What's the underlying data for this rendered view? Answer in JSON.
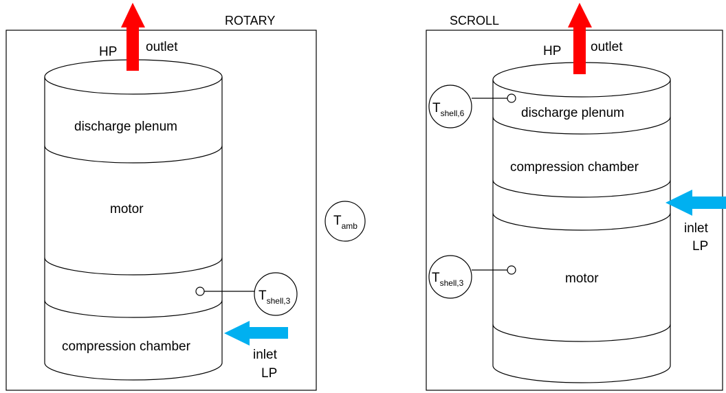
{
  "rotary": {
    "title": "ROTARY",
    "hp": "HP",
    "outlet": "outlet",
    "sections": {
      "discharge_plenum": "discharge plenum",
      "motor": "motor",
      "compression_chamber": "compression chamber"
    },
    "probe_shell3": {
      "main": "T",
      "sub": "shell,3"
    },
    "inlet": "inlet",
    "lp": "LP"
  },
  "ambient": {
    "main": "T",
    "sub": "amb"
  },
  "scroll": {
    "title": "SCROLL",
    "hp": "HP",
    "outlet": "outlet",
    "sections": {
      "discharge_plenum": "discharge plenum",
      "compression_chamber": "compression chamber",
      "motor": "motor"
    },
    "probe_shell6": {
      "main": "T",
      "sub": "shell,6"
    },
    "probe_shell3": {
      "main": "T",
      "sub": "shell,3"
    },
    "inlet": "inlet",
    "lp": "LP"
  },
  "colors": {
    "outlet_arrow": "#ff0000",
    "inlet_arrow": "#00b0f0"
  }
}
